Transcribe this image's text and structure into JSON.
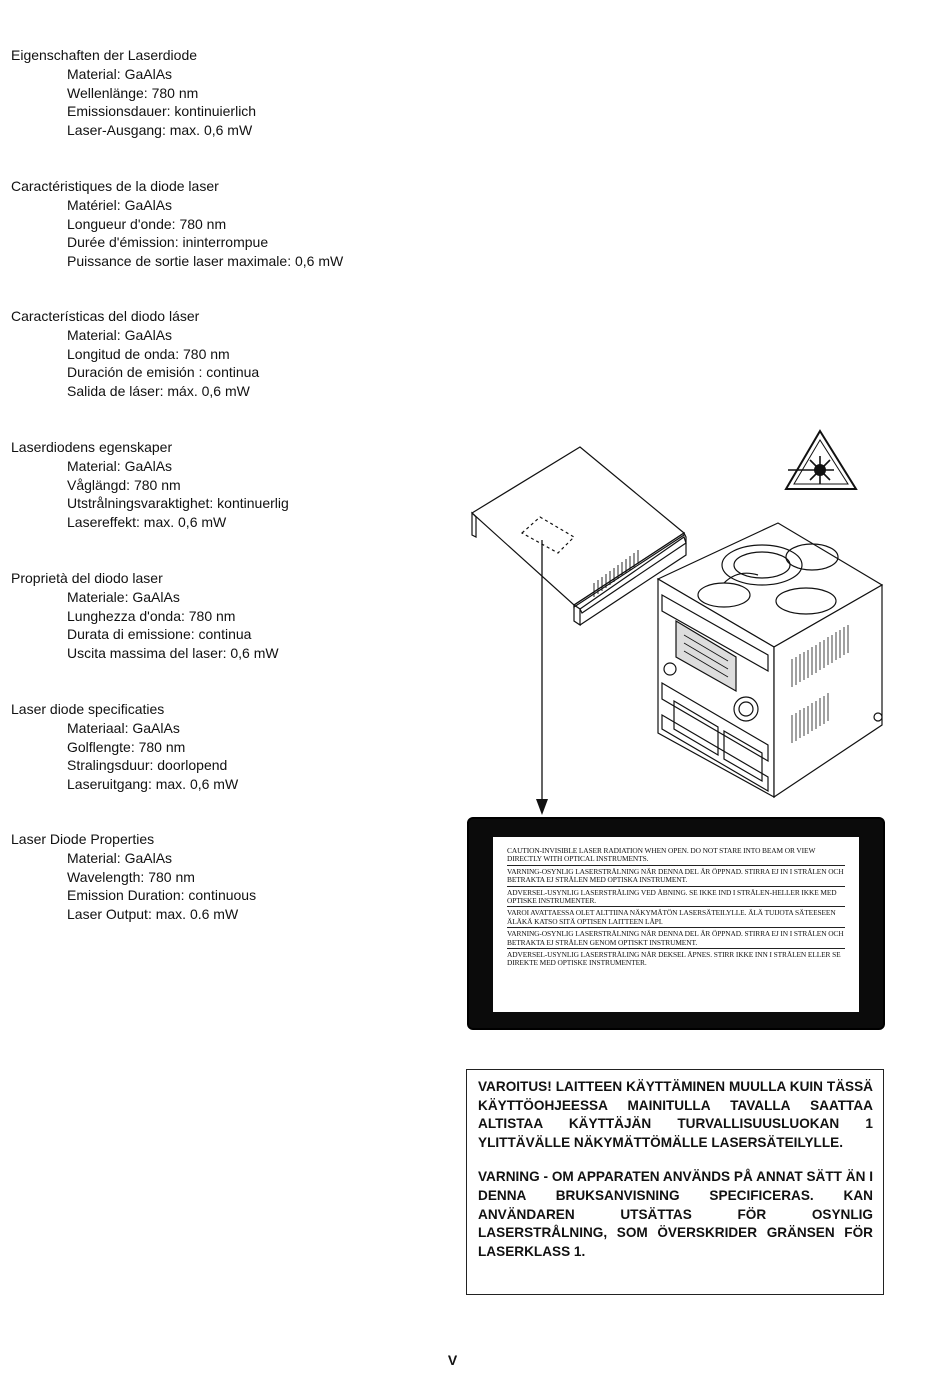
{
  "specs": [
    {
      "heading": "Eigenschaften der Laserdiode",
      "lines": [
        "Material: GaAlAs",
        "Wellenlänge: 780 nm",
        "Emissionsdauer: kontinuierlich",
        "Laser-Ausgang: max. 0,6 mW"
      ]
    },
    {
      "heading": "Caractéristiques de la diode laser",
      "lines": [
        "Matériel: GaAlAs",
        "Longueur d'onde: 780 nm",
        "Durée d'émission: ininterrompue",
        "Puissance de sortie laser maximale: 0,6 mW"
      ]
    },
    {
      "heading": "Características del diodo láser",
      "lines": [
        "Material: GaAlAs",
        "Longitud de onda: 780 nm",
        "Duración de emisión : continua",
        "Salida de láser: máx. 0,6 mW"
      ]
    },
    {
      "heading": "Laserdiodens egenskaper",
      "lines": [
        "Material: GaAlAs",
        "Våglängd: 780 nm",
        "Utstrålningsvaraktighet: kontinuerlig",
        "Lasereffekt: max. 0,6 mW"
      ]
    },
    {
      "heading": "Proprietà del diodo laser",
      "lines": [
        "Materiale: GaAlAs",
        "Lunghezza d'onda: 780 nm",
        "Durata di emissione: continua",
        "Uscita massima del laser: 0,6 mW"
      ]
    },
    {
      "heading": "Laser diode specificaties",
      "lines": [
        "Materiaal: GaAlAs",
        "Golflengte: 780 nm",
        "Stralingsduur: doorlopend",
        "Laseruitgang: max. 0,6 mW"
      ]
    },
    {
      "heading": "Laser Diode Properties",
      "lines": [
        "Material: GaAlAs",
        "Wavelength: 780 nm",
        "Emission Duration: continuous",
        "Laser Output: max. 0.6 mW"
      ]
    }
  ],
  "caution_label": [
    "CAUTION-INVISIBLE LASER RADIATION WHEN OPEN. DO NOT STARE INTO BEAM OR VIEW DIRECTLY WITH OPTICAL INSTRUMENTS.",
    "VARNING-OSYNLIG LASERSTRÅLNING NÄR DENNA DEL ÄR ÖPPNAD. STIRRA EJ IN I STRÅLEN OCH BETRAKTA EJ STRÅLEN MED OPTISKA INSTRUMENT.",
    "ADVERSEL-USYNLIG LASERSTRÅLING VED ÅBNING. SE IKKE IND I STRÅLEN-HELLER IKKE MED OPTISKE INSTRUMENTER.",
    "VAROI AVATTAESSA OLET ALTTIINA NÄKYMÄTÖN LASERSÄTEILYLLE. ÄLÄ TUIJOTA SÄTEESEEN ÄLÄKÄ KATSO SITÄ OPTISEN LAITTEEN LÄPI.",
    "VARNING-OSYNLIG LASERSTRÅLNING NÄR DENNA DEL ÄR ÖPPNAD. STIRRA EJ IN I STRÅLEN OCH BETRAKTA EJ STRÅLEN GENOM OPTISKT INSTRUMENT.",
    "ADVERSEL-USYNLIG LASERSTRÅLING NÅR DEKSEL ÅPNES. STIRR IKKE INN I STRÅLEN ELLER SE DIREKTE MED OPTISKE INSTRUMENTER."
  ],
  "warning_box": {
    "finnish": "VAROITUS! LAITTEEN KÄYTTÄMINEN MUULLA KUIN TÄSSÄ KÄYTTÖOHJEESSA MAINITULLA TAVALLA SAATTAA ALTISTAA KÄYTTÄJÄN TURVALLISUUSLUOKAN 1 YLITTÄVÄLLE NÄKYMÄTTÖMÄLLE LASERSÄTEILYLLE.",
    "swedish": "VARNING - OM APPARATEN ANVÄNDS PÅ ANNAT SÄTT ÄN I DENNA BRUKSANVISNING SPECIFICERAS. KAN ANVÄNDAREN UTSÄTTAS FÖR OSYNLIG LASERSTRÅLNING, SOM ÖVERSKRIDER GRÄNSEN FÖR LASERKLASS 1."
  },
  "page_number": "V"
}
